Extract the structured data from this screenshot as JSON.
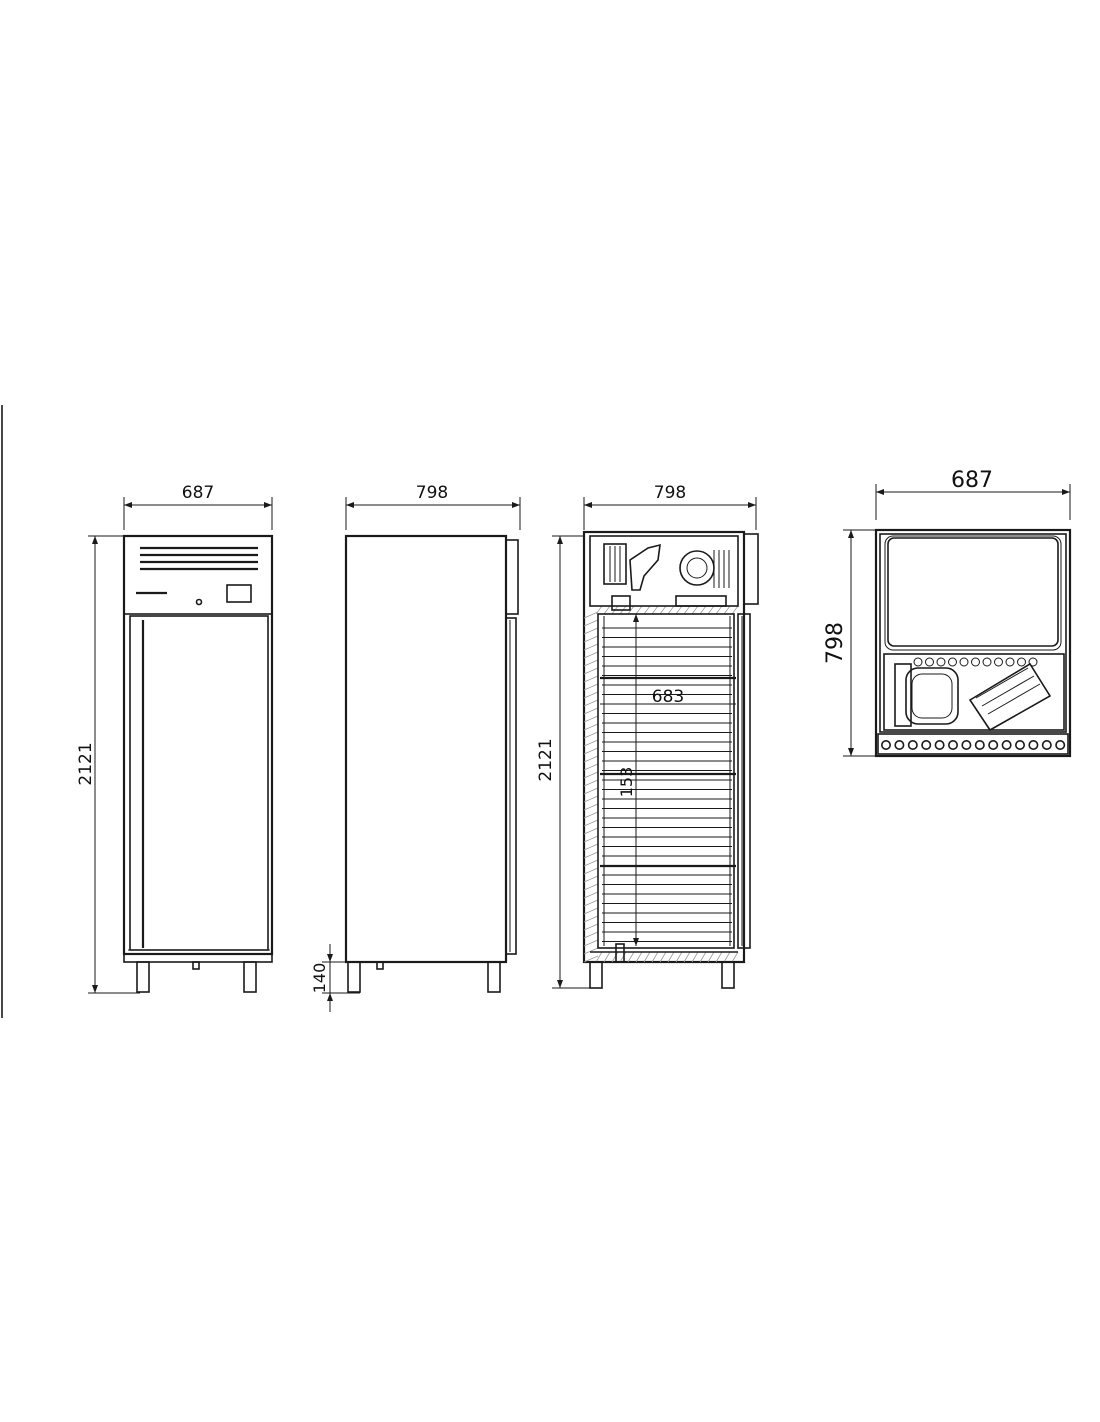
{
  "colors": {
    "line": "#1a1a1a",
    "hatch": "#9a9a9a",
    "background": "#ffffff"
  },
  "front_view": {
    "width_label": "687",
    "height_label": "2121"
  },
  "side_view": {
    "width_label": "798",
    "leg_height_label": "140"
  },
  "section_view": {
    "width_label": "798",
    "height_label": "2121",
    "inner_width_label": "683",
    "shelf_pitch_label": "153"
  },
  "top_view": {
    "width_label": "687",
    "depth_label": "798"
  }
}
